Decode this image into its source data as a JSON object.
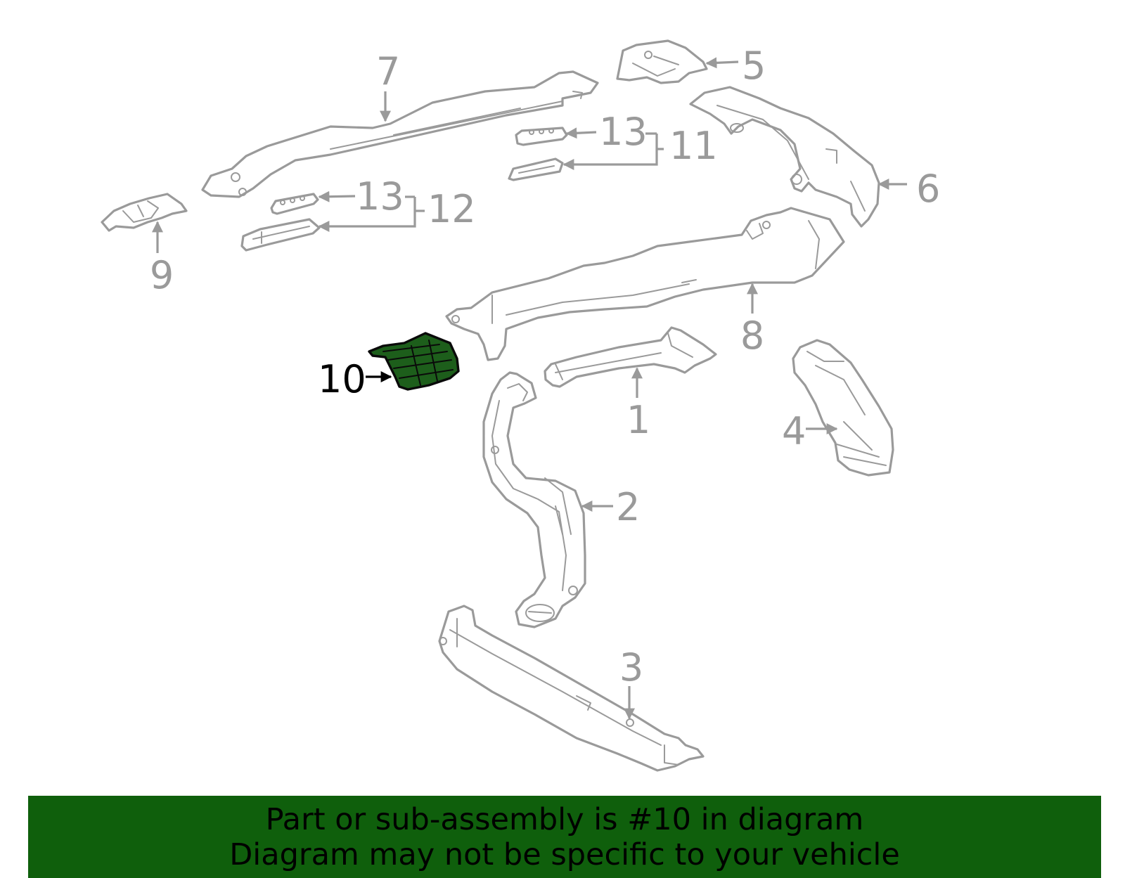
{
  "callouts": {
    "c1": "1",
    "c2": "2",
    "c3": "3",
    "c4": "4",
    "c5": "5",
    "c6": "6",
    "c7": "7",
    "c8": "8",
    "c9": "9",
    "c10": "10",
    "c11": "11",
    "c12": "12",
    "c13a": "13",
    "c13b": "13"
  },
  "highlighted_part": "10",
  "colors": {
    "banner_bg": "#0f5f0c",
    "highlight_fill": "#1d5e1b",
    "line_gray": "#9a9a9a"
  },
  "banner": {
    "line1": "Part or sub-assembly is #10 in diagram",
    "line2": "Diagram may not be specific to your vehicle"
  }
}
